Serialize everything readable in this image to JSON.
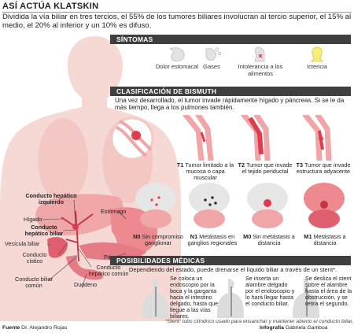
{
  "title": "ASÍ ACTÚA KLATSKIN",
  "intro": "Dividida la vía biliar en tres tercios, el 55% de los tumores biliares involucran al tercio superior, el 15% al medio, el 20% al inferior y un 10% es difuso.",
  "sections": {
    "sintomas": "SÍNTOMAS",
    "clasificacion": "CLASIFICACIÓN DE BISMUTH",
    "posibilidades": "POSIBILIDADES MÉDICAS"
  },
  "symptoms": [
    {
      "label": "Dolor estomacal",
      "icon": "stomach-pain-icon"
    },
    {
      "label": "Gases",
      "icon": "gas-icon"
    },
    {
      "label": "Intolerancia a los alimentos",
      "icon": "food-intolerance-icon"
    },
    {
      "label": "Ictericia",
      "icon": "jaundice-icon"
    }
  ],
  "classification_text": "Una vez desarrollado, el tumor invade rápidamente hígado y páncreas. Si se le da más tiempo, llega a los pulmones también.",
  "t_stages": [
    {
      "code": "T1",
      "text": "Tumor limitado a la mucosa o capa muscular"
    },
    {
      "code": "T2",
      "text": "Tumor que invade el tejido periductal"
    },
    {
      "code": "T3",
      "text": "Tumor que invade estructura adyacente"
    }
  ],
  "n_stages": [
    {
      "code": "N0",
      "text": "Sin compromiso ganglionar"
    },
    {
      "code": "N1",
      "text": "Metástasis en ganglios regionales"
    },
    {
      "code": "M0",
      "text": "Sin metástasis a distancia"
    },
    {
      "code": "M1",
      "text": "Metástasis a distancia"
    }
  ],
  "anatomy_labels": {
    "izq": "Conducto hepático izquierdo",
    "higado": "Hígado",
    "hep_biliar": "Conducto hepático biliar",
    "estomago": "Estómago",
    "vesicula": "Vesícula biliar",
    "cistico": "Conducto cístico",
    "pancreas": "Páncreas",
    "hep_comun": "Conducto hepático común",
    "biliar_comun": "Conducto biliar común",
    "duodeno": "Duodeno"
  },
  "options_text": "Dependiendo del estado, puede drenarse el líquido biliar a través de un stent*.",
  "options": [
    "Se coloca un endoscopio por la boca y la garganta hacia el intestino delgado, hasta que llegue a las vías biliares.",
    "Se inserta un alambre delgado por el endoscopio y lo hará llegar hasta el conducto biliar.",
    "Se desliza el stent sobre el alambre hasta el área de la obstrucción, y se retira el segundo."
  ],
  "footnote": "*Stent: tubo cilíndrico usado para ensanchar y mantener abierto el conducto biliar.",
  "credits": {
    "source_label": "Fuente",
    "source": "Dr. Alejandro Rojas",
    "graphic_label": "Infografía",
    "graphic": "Gabriela Gamboa"
  },
  "colors": {
    "body": "#f6d9d4",
    "accent": "#e03b4e",
    "bar": "#3f3f3f",
    "organ": "#ec8a8f"
  }
}
